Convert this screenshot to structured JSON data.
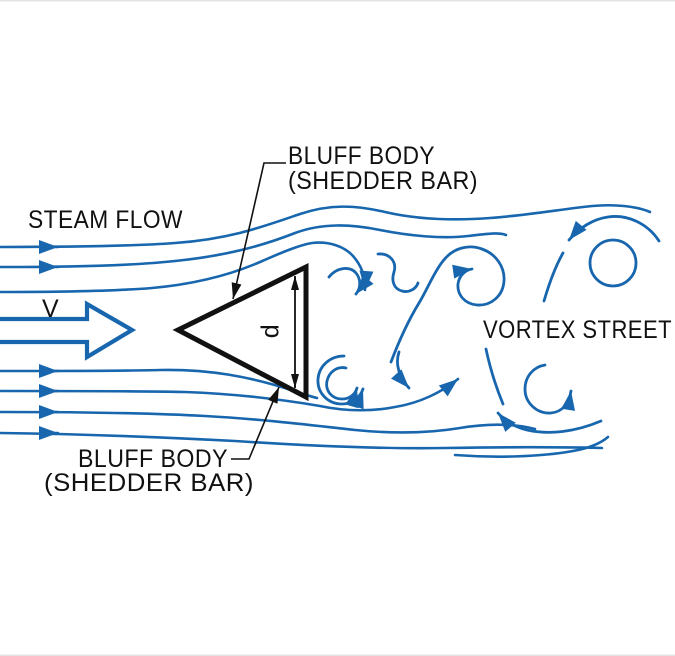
{
  "diagram_type": "vortex-flowmeter-principle",
  "colors": {
    "flow_blue": "#1766ae",
    "ink_black": "#111111",
    "background": "#ffffff"
  },
  "labels": {
    "steam_flow": "STEAM FLOW",
    "velocity_symbol": "V",
    "bluff_body_top": {
      "line1": "BLUFF BODY",
      "line2": "(SHEDDER BAR)"
    },
    "bluff_body_bottom": {
      "line1": "BLUFF BODY",
      "line2": "(SHEDDER BAR)"
    },
    "vortex_street": "VORTEX STREET",
    "dimension_symbol": "d"
  }
}
